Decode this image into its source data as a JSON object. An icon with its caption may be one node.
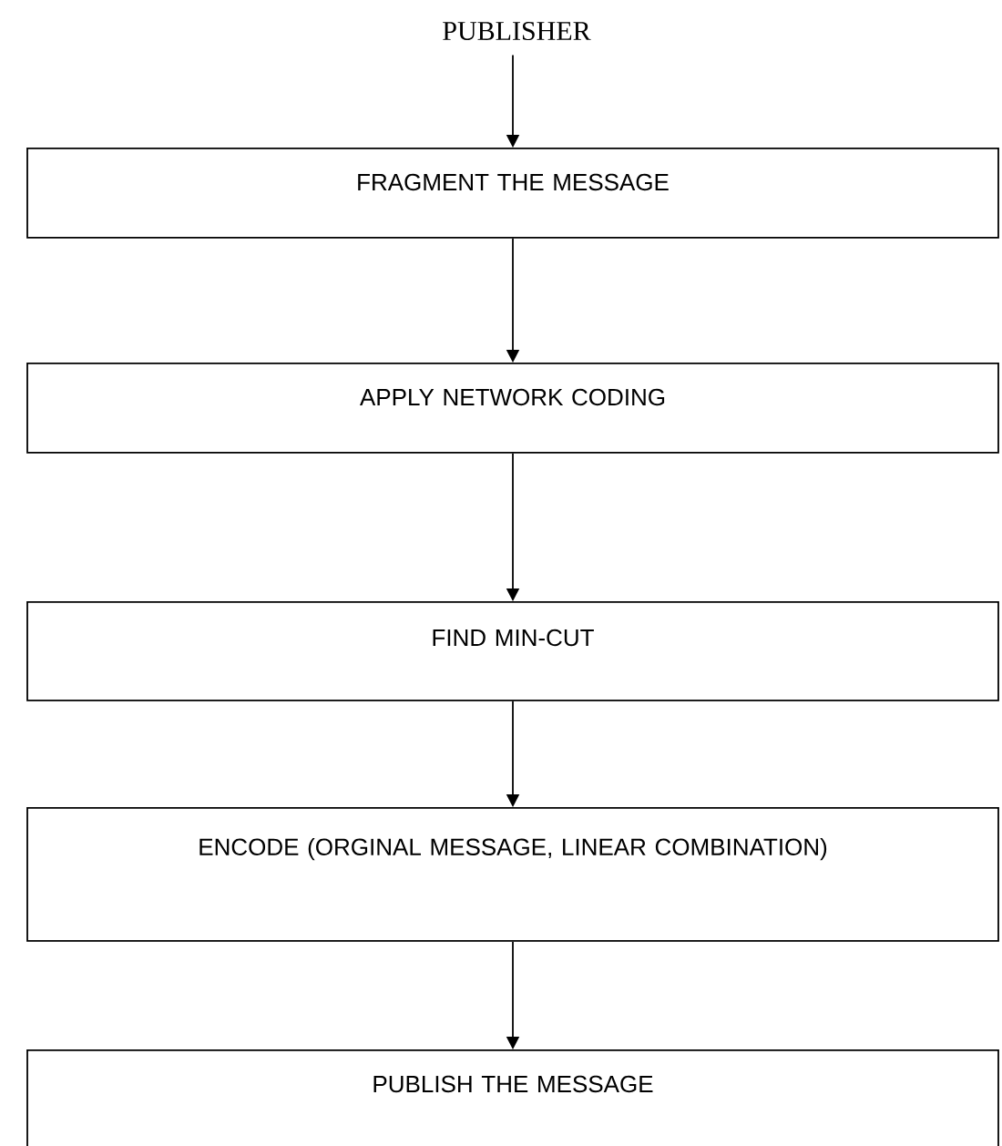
{
  "diagram": {
    "nodes": [
      {
        "text": [
          "PUBLISHER"
        ]
      },
      {
        "text": [
          "FRAGMENT THE MESSAGE"
        ]
      },
      {
        "text": [
          "APPLY NETWORK CODING"
        ]
      },
      {
        "text": [
          "FIND MIN-CUT"
        ]
      },
      {
        "text": [
          "ENCODE (ORGINAL MESSAGE, LINEAR COMBINATION)"
        ]
      },
      {
        "text": [
          "PUBLISH THE MESSAGE"
        ]
      }
    ],
    "edges": [
      {
        "from": 0,
        "to": 1,
        "arrow": "to"
      },
      {
        "from": 1,
        "to": 2,
        "arrow": "to"
      },
      {
        "from": 2,
        "to": 3,
        "arrow": "to"
      },
      {
        "from": 3,
        "to": 4,
        "arrow": "to"
      },
      {
        "from": 4,
        "to": 5,
        "arrow": "to"
      }
    ]
  }
}
